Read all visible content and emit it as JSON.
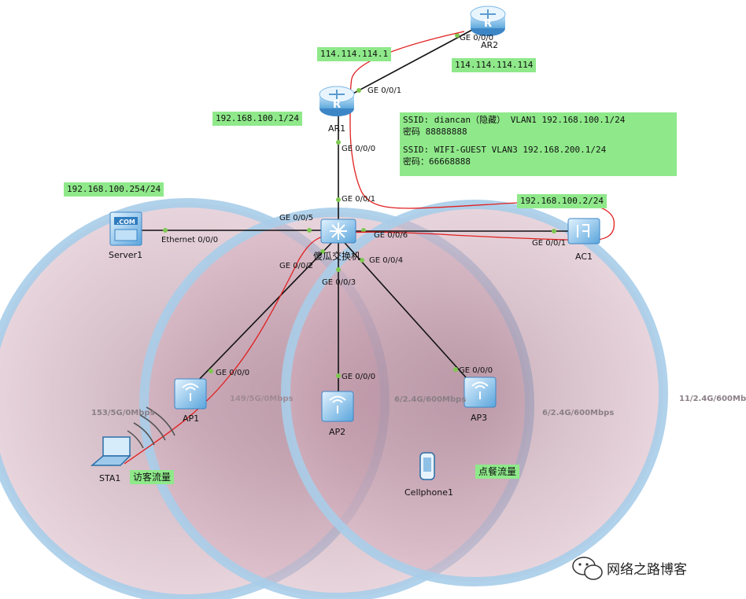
{
  "nodes": {
    "ar2": "AR2",
    "ar1": "AR1",
    "switch": "傻瓜交换机",
    "server1": "Server1",
    "ac1": "AC1",
    "ap1": "AP1",
    "ap2": "AP2",
    "ap3": "AP3",
    "sta1": "STA1",
    "cellphone1": "Cellphone1"
  },
  "ports": {
    "ar2_ge000": "GE 0/0/0",
    "ar1_ge001": "GE 0/0/1",
    "ar1_ge000": "GE 0/0/0",
    "sw_ge001": "GE 0/0/1",
    "sw_ge005": "GE 0/0/5",
    "sw_ge006": "GE 0/0/6",
    "sw_ge002": "GE 0/0/2",
    "sw_ge004": "GE 0/0/4",
    "sw_ge003": "GE 0/0/3",
    "server_eth": "Ethernet 0/0/0",
    "ac1_ge001": "GE 0/0/1",
    "ap1_ge000": "GE 0/0/0",
    "ap2_ge000": "GE 0/0/0",
    "ap3_ge000": "GE 0/0/0"
  },
  "notes": {
    "ar1_wan_ip": "114.114.114.1",
    "ar2_ip": "114.114.114.114",
    "ar1_lan_ip": "192.168.100.1/24",
    "server_ip": "192.168.100.254/24",
    "ac1_ip": "192.168.100.2/24",
    "ssid_line1": "SSID: diancan（隐藏） VLAN1  192.168.100.1/24",
    "ssid_line2": "密码 88888888",
    "ssid_line3": "SSID: WIFI-GUEST  VLAN3    192.168.200.1/24",
    "ssid_line4": "密码：66668888",
    "guest_traffic": "访客流量",
    "order_traffic": "点餐流量"
  },
  "rates": {
    "sta1": "153/5G/0Mbps",
    "ap1": "149/5G/0Mbps",
    "ap2": "6/2.4G/600Mbps",
    "ap3": "6/2.4G/600Mbps",
    "right": "11/2.4G/600Mb"
  },
  "watermark": "网络之路博客",
  "colors": {
    "coverage_fill": "#c79aa8",
    "coverage_ring": "#a9cde9",
    "note_bg": "#8fe98a",
    "traffic_path": "#e02020",
    "link": "#111111",
    "port_dot": "#7ec850"
  }
}
